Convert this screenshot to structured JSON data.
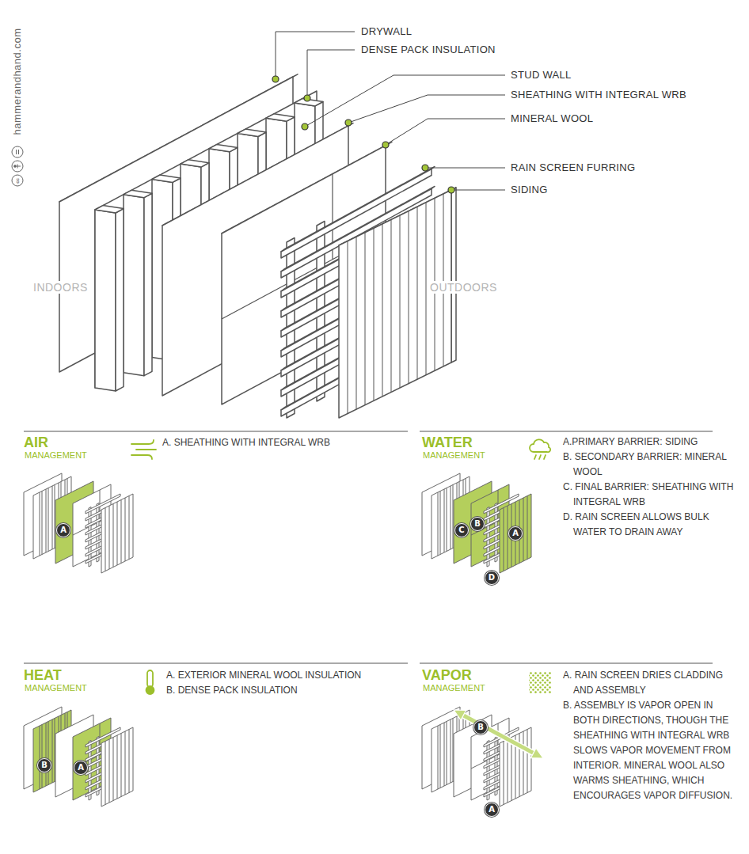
{
  "diagram": {
    "nodes": [
      {
        "text": [
          "A"
        ]
      },
      {
        "text": [
          "C"
        ]
      },
      {
        "text": [
          "B"
        ]
      },
      {
        "text": [
          "D"
        ]
      },
      {
        "text": [
          "A"
        ]
      },
      {
        "text": [
          "B"
        ]
      },
      {
        "text": [
          "A"
        ]
      },
      {
        "text": [
          "B"
        ]
      },
      {
        "text": [
          "A"
        ]
      }
    ],
    "labels": [
      "hammerandhand.com",
      "cc",
      "DRYWALL",
      "DENSE PACK INSULATION",
      "STUD WALL",
      "SHEATHING WITH INTEGRAL WRB",
      "MINERAL WOOL",
      "RAIN SCREEN FURRING",
      "SIDING",
      "INDOORS",
      "OUTDOORS",
      "AIR",
      "MANAGEMENT",
      "A. SHEATHING WITH INTEGRAL WRB",
      "WATER",
      "MANAGEMENT",
      "A.PRIMARY BARRIER: SIDING",
      "B. SECONDARY BARRIER: MINERAL WOOL",
      "C. FINAL BARRIER: SHEATHING WITH INTEGRAL WRB",
      "D. RAIN SCREEN ALLOWS BULK WATER TO DRAIN AWAY",
      "HEAT",
      "MANAGEMENT",
      "A. EXTERIOR MINERAL WOOL INSULATION",
      "B. DENSE PACK INSULATION",
      "VAPOR",
      "MANAGEMENT",
      "A. RAIN SCREEN DRIES CLADDING AND ASSEMBLY",
      "B. ASSEMBLY IS VAPOR OPEN IN BOTH DIRECTIONS, THOUGH THE SHEATHING WITH INTEGRAL WRB SLOWS VAPOR MOVEMENT FROM INTERIOR. MINERAL WOOL ALSO WARMS SHEATHING, WHICH ENCOURAGES VAPOR DIFFUSION."
    ]
  }
}
